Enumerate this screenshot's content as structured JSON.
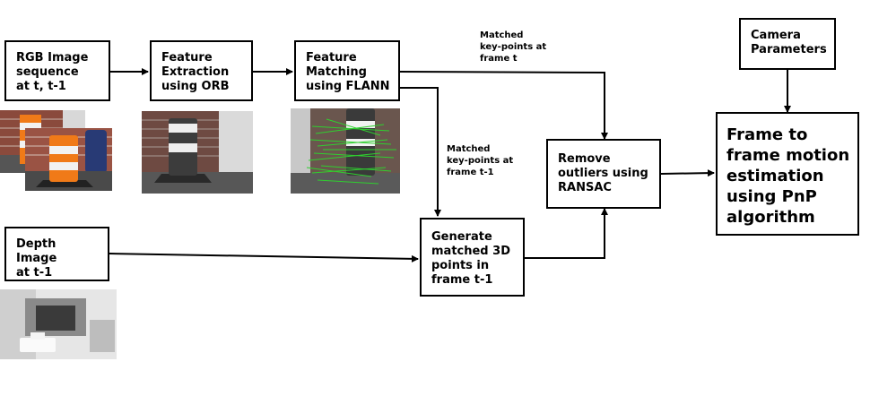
{
  "diagram": {
    "nodes": {
      "rgb_sequence": "RGB Image\nsequence\nat t, t-1",
      "feature_extraction": "Feature\nExtraction\nusing ORB",
      "feature_matching": "Feature\nMatching\nusing FLANN",
      "camera_parameters": "Camera\nParameters",
      "remove_outliers": "Remove\noutliers using\nRANSAC",
      "frame_motion": "Frame to\nframe motion\nestimation\nusing PnP\nalgorithm",
      "depth_image": "Depth Image\nat t-1",
      "generate_3d": "Generate\nmatched 3D\npoints in\nframe t-1"
    },
    "edge_labels": {
      "matched_t": "Matched\nkey-points at\nframe t",
      "matched_t1": "Matched\nkey-points at\nframe t-1"
    },
    "images": [
      "rgb-frames-thumbnail",
      "orb-features-thumbnail",
      "flann-matches-thumbnail",
      "depth-image-thumbnail"
    ],
    "colors": {
      "stroke": "#000000",
      "match_lines": "#2fd02f",
      "cone_orange": "#f07a18"
    }
  }
}
